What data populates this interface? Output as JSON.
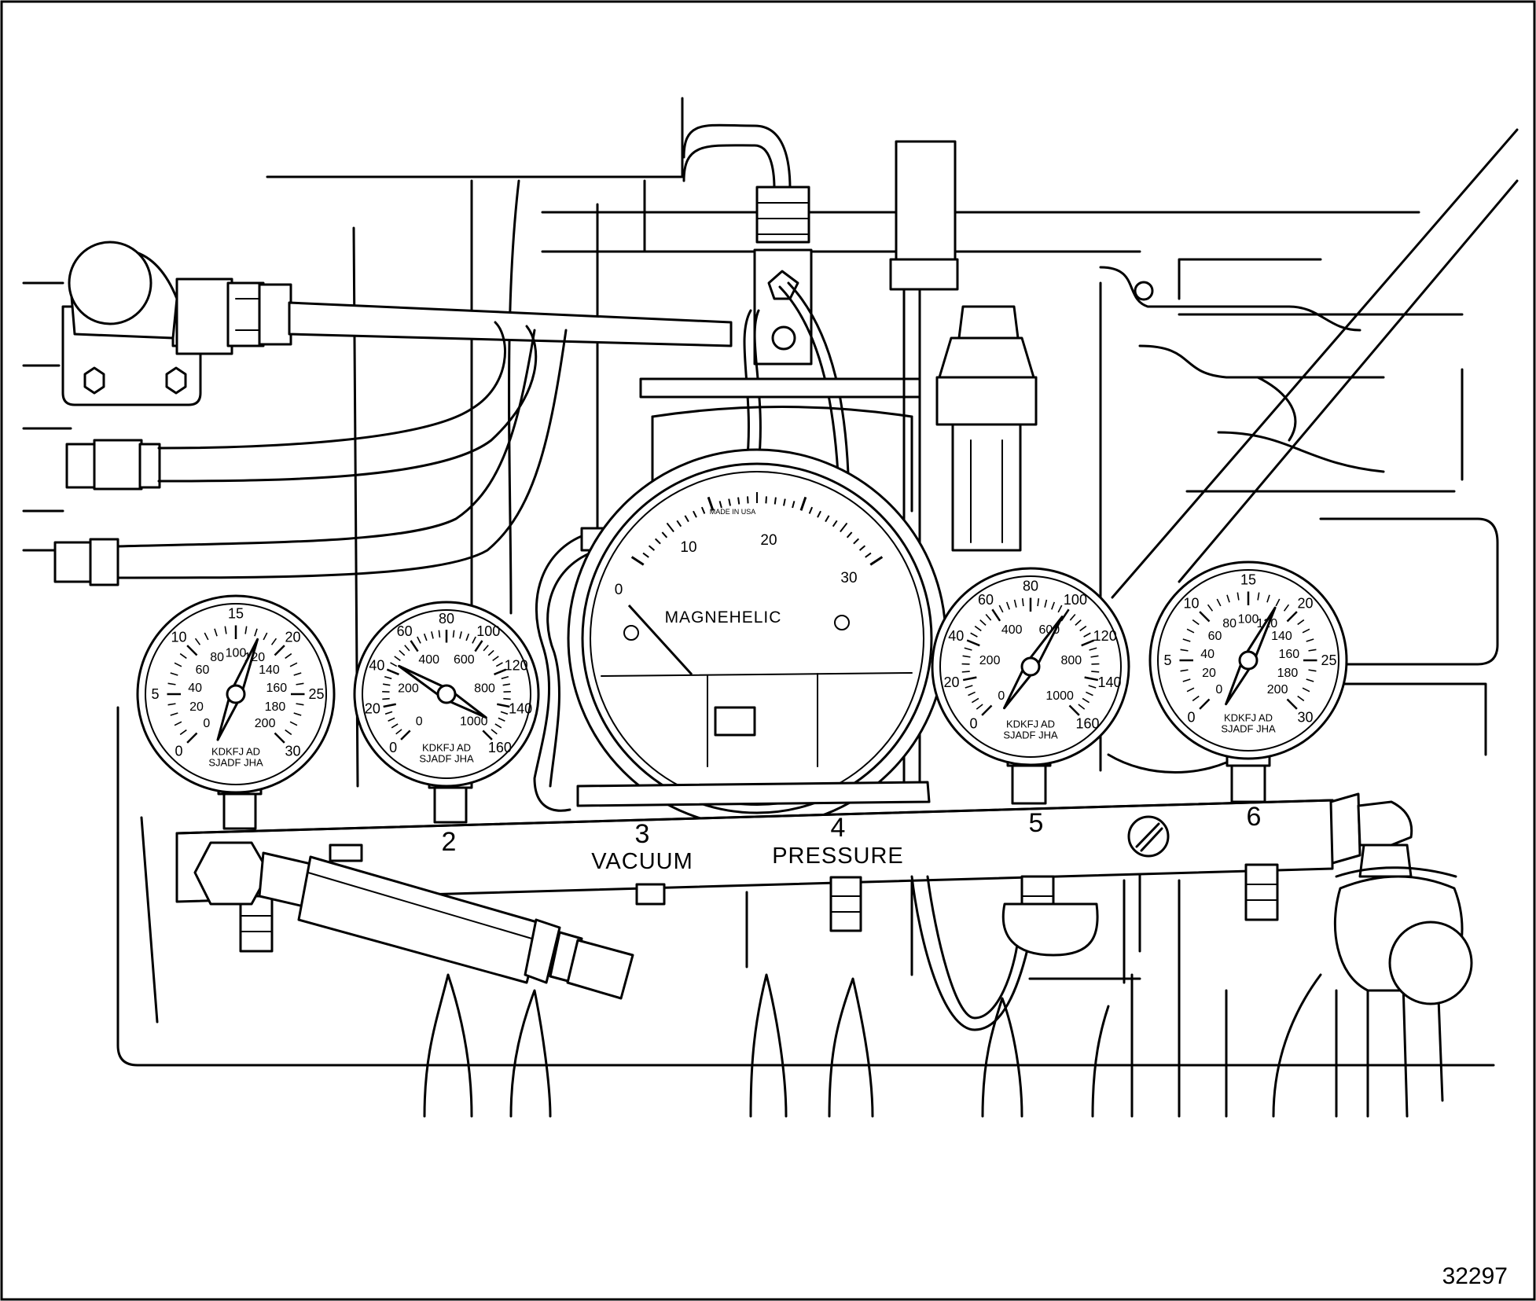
{
  "figure_id": "32297",
  "station_numbers": [
    "2",
    "3",
    "4",
    "5",
    "6"
  ],
  "port_labels": {
    "vacuum": "VACUUM",
    "pressure": "PRESSURE"
  },
  "magnehelic": {
    "brand": "MAGNEHELIC",
    "made_in": "MADE IN USA",
    "scale_labels": [
      "0",
      "10",
      "20",
      "30"
    ]
  },
  "gauges": [
    {
      "id": "g1",
      "outer_labels": [
        "0",
        "5",
        "10",
        "15",
        "20",
        "25",
        "30"
      ],
      "inner_labels": [
        "0",
        "20",
        "40",
        "60",
        "80",
        "100",
        "120",
        "140",
        "160",
        "180",
        "200"
      ],
      "maker_line1": "KDKFJ AD",
      "maker_line2": "SJADF JHA",
      "needle_fraction": 0.58
    },
    {
      "id": "g2",
      "outer_labels": [
        "0",
        "20",
        "40",
        "60",
        "80",
        "100",
        "120",
        "140",
        "160"
      ],
      "inner_labels": [
        "0",
        "200",
        "400",
        "600",
        "800",
        "1000"
      ],
      "maker_line1": "KDKFJ AD",
      "maker_line2": "SJADF JHA",
      "needle_fraction": 0.28
    },
    {
      "id": "g5",
      "outer_labels": [
        "0",
        "20",
        "40",
        "60",
        "80",
        "100",
        "120",
        "140",
        "160"
      ],
      "inner_labels": [
        "0",
        "200",
        "400",
        "600",
        "800",
        "1000"
      ],
      "maker_line1": "KDKFJ AD",
      "maker_line2": "SJADF JHA",
      "needle_fraction": 0.62
    },
    {
      "id": "g6",
      "outer_labels": [
        "0",
        "5",
        "10",
        "15",
        "20",
        "25",
        "30"
      ],
      "inner_labels": [
        "0",
        "20",
        "40",
        "60",
        "80",
        "100",
        "120",
        "140",
        "160",
        "180",
        "200"
      ],
      "maker_line1": "KDKFJ AD",
      "maker_line2": "SJADF JHA",
      "needle_fraction": 0.6
    }
  ]
}
